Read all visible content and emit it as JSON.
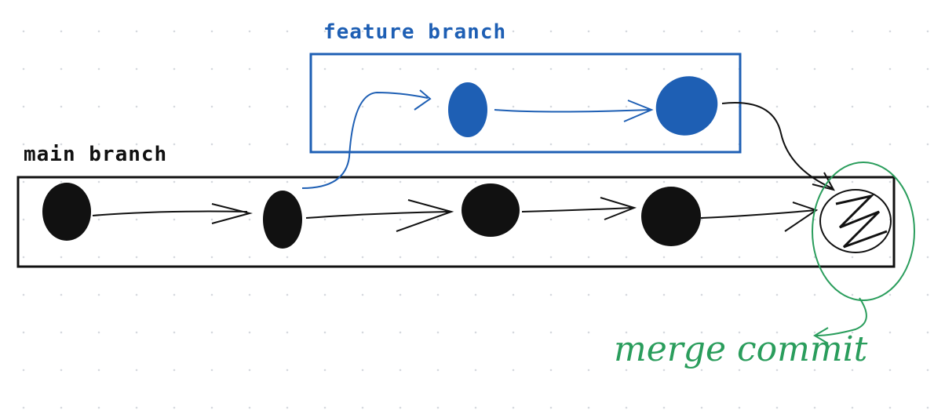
{
  "labels": {
    "feature_branch": "feature branch",
    "main_branch": "main branch",
    "merge_commit": "merge commit"
  },
  "colors": {
    "main": "#111111",
    "feature": "#1e5fb4",
    "merge": "#2a9d5c"
  },
  "main_commit_count": 5,
  "feature_commit_count": 2
}
